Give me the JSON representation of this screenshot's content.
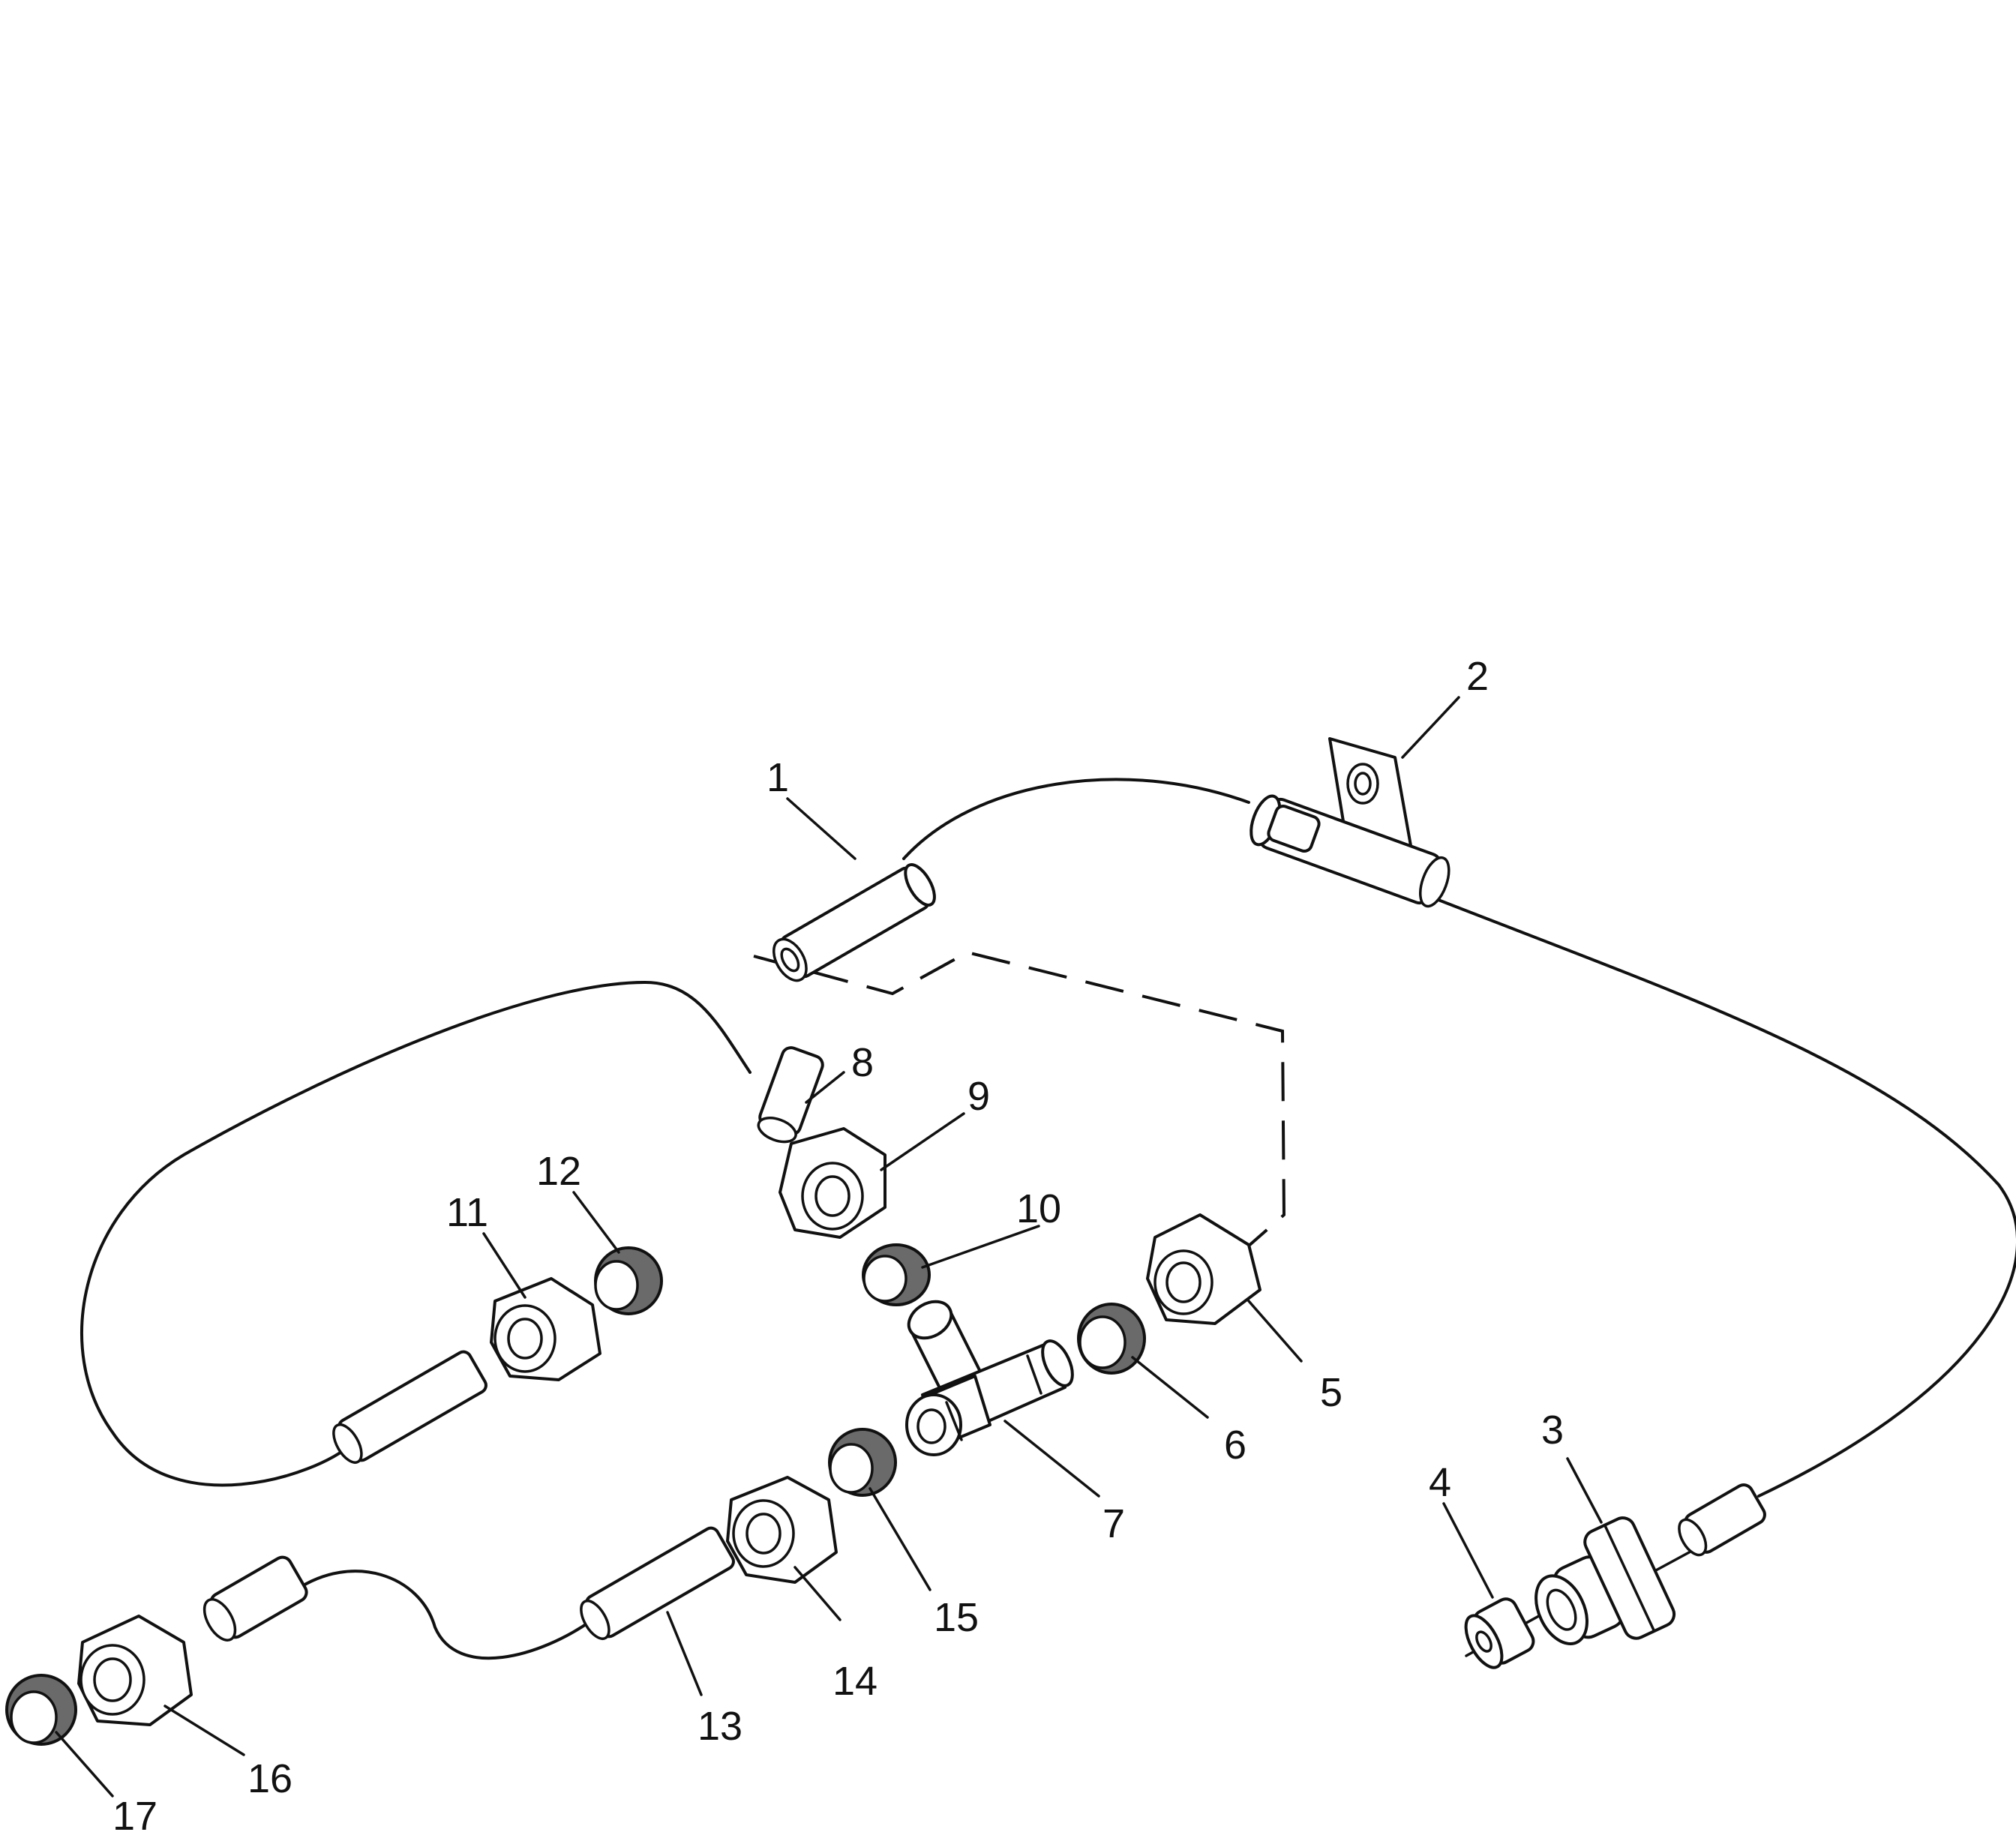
{
  "callouts": [
    {
      "id": "1",
      "text": "1"
    },
    {
      "id": "2",
      "text": "2"
    },
    {
      "id": "3",
      "text": "3"
    },
    {
      "id": "4",
      "text": "4"
    },
    {
      "id": "5",
      "text": "5"
    },
    {
      "id": "6",
      "text": "6"
    },
    {
      "id": "7",
      "text": "7"
    },
    {
      "id": "8",
      "text": "8"
    },
    {
      "id": "9",
      "text": "9"
    },
    {
      "id": "10",
      "text": "10"
    },
    {
      "id": "11",
      "text": "11"
    },
    {
      "id": "12",
      "text": "12"
    },
    {
      "id": "13",
      "text": "13"
    },
    {
      "id": "14",
      "text": "14"
    },
    {
      "id": "15",
      "text": "15"
    },
    {
      "id": "16",
      "text": "16"
    },
    {
      "id": "17",
      "text": "17"
    }
  ],
  "colors": {
    "ink": "#111111",
    "paper": "#ffffff",
    "shade": "#6a6a6a"
  }
}
